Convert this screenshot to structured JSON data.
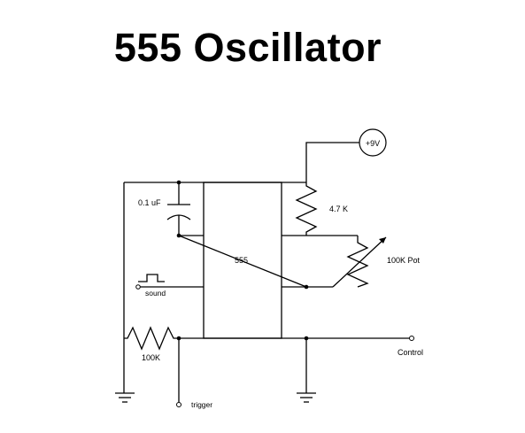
{
  "title": "555 Oscillator",
  "labels": {
    "supply": "+9V",
    "r1": "4.7 K",
    "cap": "0.1 uF",
    "ic": "555",
    "pot": "100K Pot",
    "sound": "sound",
    "r2": "100K",
    "control": "Control",
    "trigger": "trigger"
  }
}
